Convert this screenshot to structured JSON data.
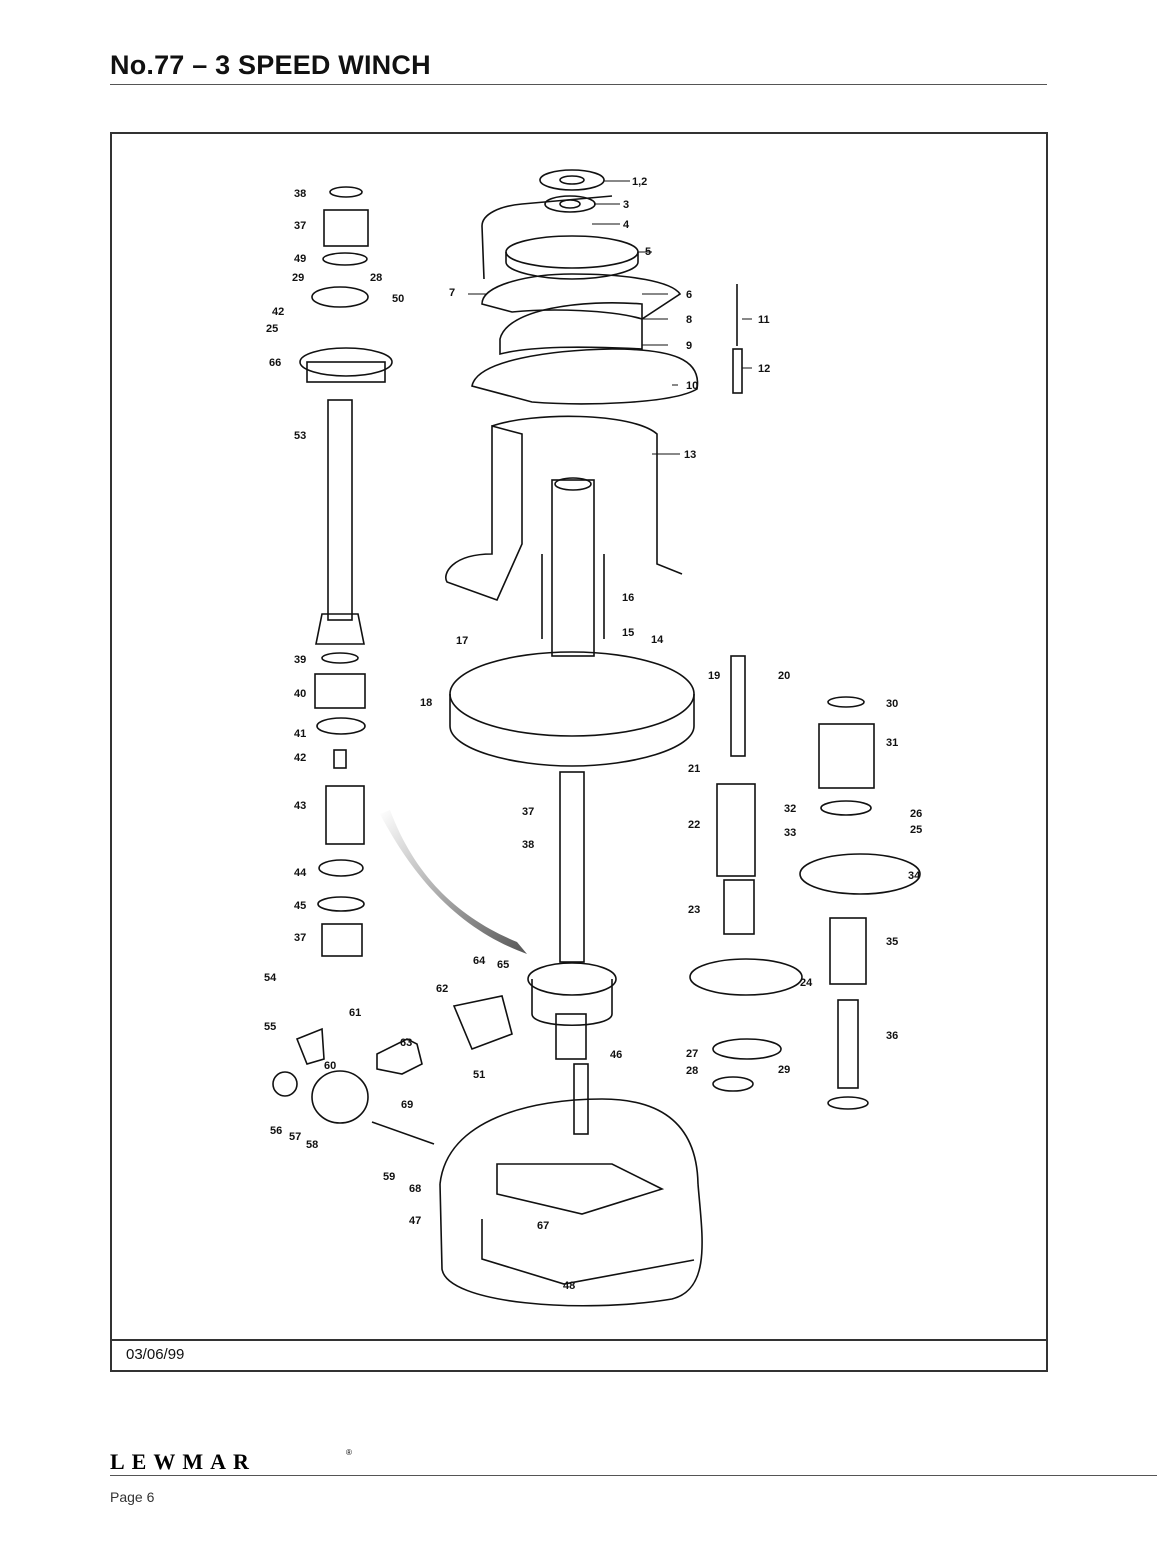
{
  "header": {
    "title": "No.77 – 3 SPEED WINCH"
  },
  "diagram": {
    "date": "03/06/99",
    "callouts": [
      "1,2",
      "3",
      "4",
      "5",
      "6",
      "7",
      "8",
      "9",
      "10",
      "11",
      "12",
      "13",
      "14",
      "15",
      "16",
      "17",
      "18",
      "19",
      "20",
      "21",
      "22",
      "23",
      "24",
      "25",
      "26",
      "27",
      "28",
      "29",
      "30",
      "31",
      "32",
      "33",
      "34",
      "35",
      "36",
      "37",
      "38",
      "39",
      "40",
      "41",
      "42",
      "43",
      "44",
      "45",
      "46",
      "47",
      "48",
      "49",
      "50",
      "51",
      "53",
      "54",
      "55",
      "56",
      "57",
      "58",
      "59",
      "60",
      "61",
      "62",
      "63",
      "64",
      "65",
      "66",
      "67",
      "68",
      "69"
    ]
  },
  "footer": {
    "brand": "LEWMAR",
    "registered": "®",
    "page": "Page 6"
  }
}
